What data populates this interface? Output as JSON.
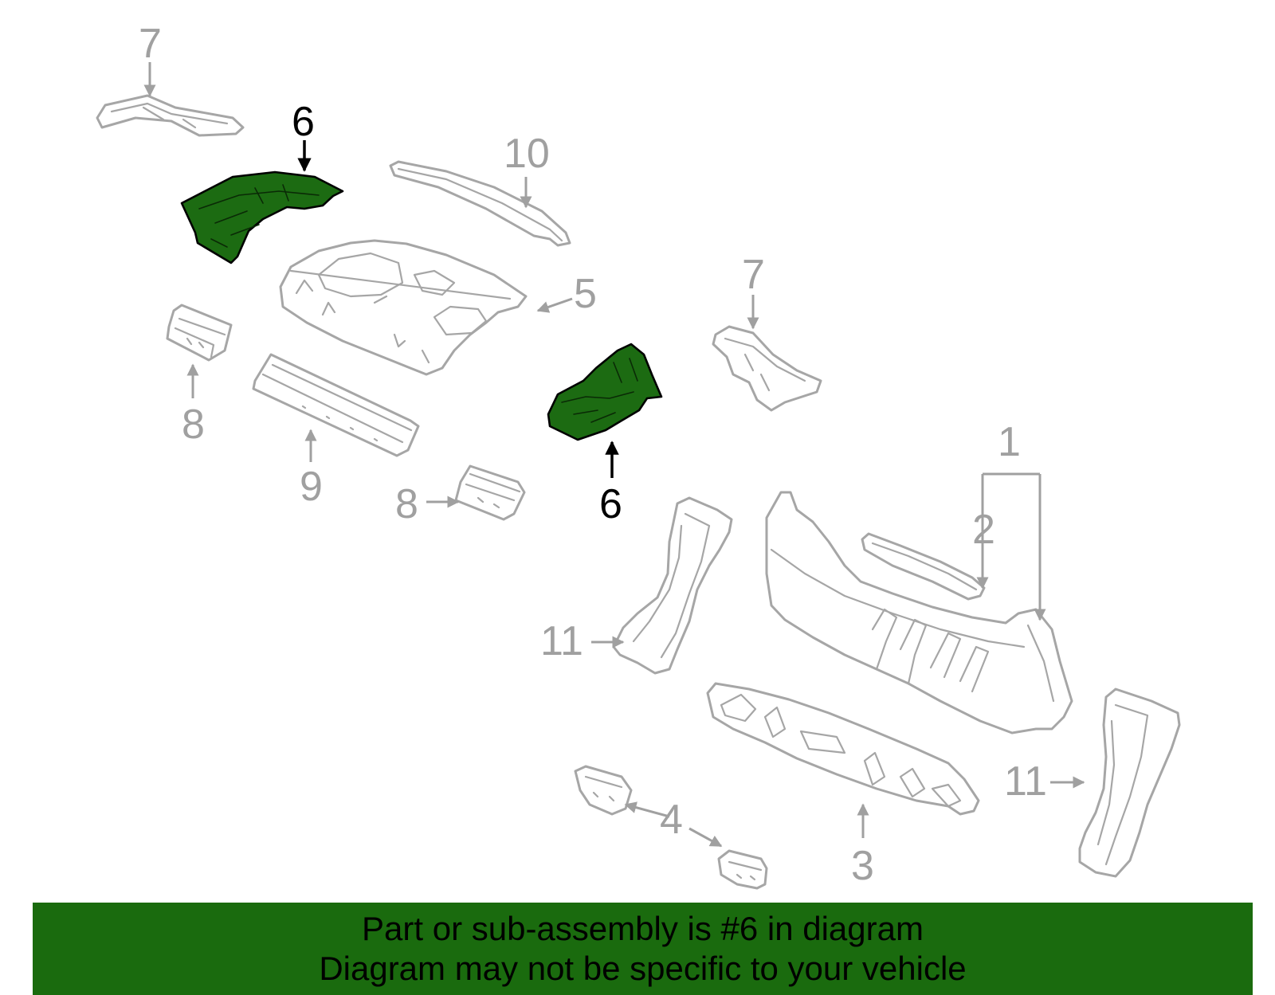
{
  "callouts": {
    "c1": "1",
    "c2": "2",
    "c3": "3",
    "c4": "4",
    "c5": "5",
    "c6a": "6",
    "c6b": "6",
    "c7a": "7",
    "c7b": "7",
    "c8a": "8",
    "c8b": "8",
    "c9": "9",
    "c10": "10",
    "c11a": "11",
    "c11b": "11"
  },
  "highlighted_part": "6",
  "colors": {
    "highlight": "#1c6b12",
    "banner": "#1a6b0e",
    "outline": "#a6a6a6"
  },
  "banner": {
    "line1": "Part or sub-assembly is #6 in diagram",
    "line2": "Diagram may not be specific to your vehicle"
  }
}
